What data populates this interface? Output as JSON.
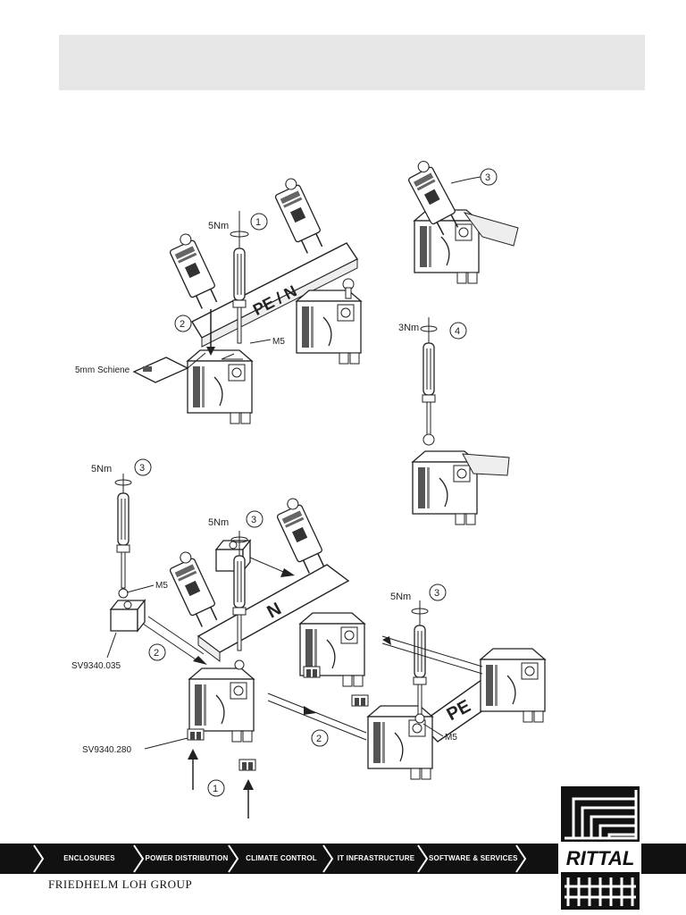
{
  "figure": {
    "torque_5nm": "5Nm",
    "torque_3nm": "3Nm",
    "bolt_m5": "M5",
    "rail_label": "5mm Schiene",
    "bar_pe_n": "PE / N",
    "bar_n": "N",
    "bar_pe": "PE",
    "part_sv035": "SV9340.035",
    "part_sv280": "SV9340.280",
    "step_1": "1",
    "step_2": "2",
    "step_3": "3",
    "step_4": "4"
  },
  "nav": {
    "items": [
      {
        "label": "ENCLOSURES"
      },
      {
        "label": "POWER DISTRIBUTION"
      },
      {
        "label": "CLIMATE CONTROL"
      },
      {
        "label": "IT INFRASTRUCTURE"
      },
      {
        "label": "SOFTWARE & SERVICES"
      }
    ]
  },
  "brand": {
    "logo_text": "RITTAL",
    "group_name": "FRIEDHELM LOH GROUP"
  },
  "colors": {
    "header_band": "#e6e6e6",
    "nav_background": "#111111",
    "ink": "#222222"
  }
}
